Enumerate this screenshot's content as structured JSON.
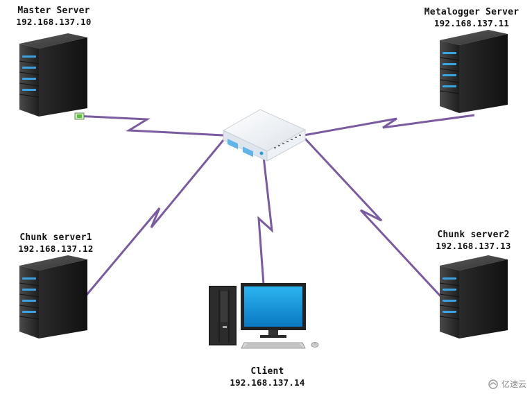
{
  "nodes": {
    "master": {
      "name": "Master Server",
      "ip": "192.168.137.10"
    },
    "metalogger": {
      "name": "Metalogger Server",
      "ip": "192.168.137.11"
    },
    "chunk1": {
      "name": "Chunk server1",
      "ip": "192.168.137.12"
    },
    "chunk2": {
      "name": "Chunk server2",
      "ip": "192.168.137.13"
    },
    "client": {
      "name": "Client",
      "ip": "192.168.137.14"
    }
  },
  "watermark": {
    "text": "亿速云"
  },
  "colors": {
    "link": "#7a5aa0",
    "server_body": "#2b2b2b",
    "server_light": "#3aa3e6",
    "switch_body": "#eef1f5",
    "monitor_screen": "#1a9fe0"
  },
  "icons": [
    "server-icon",
    "switch-icon",
    "desktop-computer-icon",
    "cloud-logo-icon"
  ]
}
